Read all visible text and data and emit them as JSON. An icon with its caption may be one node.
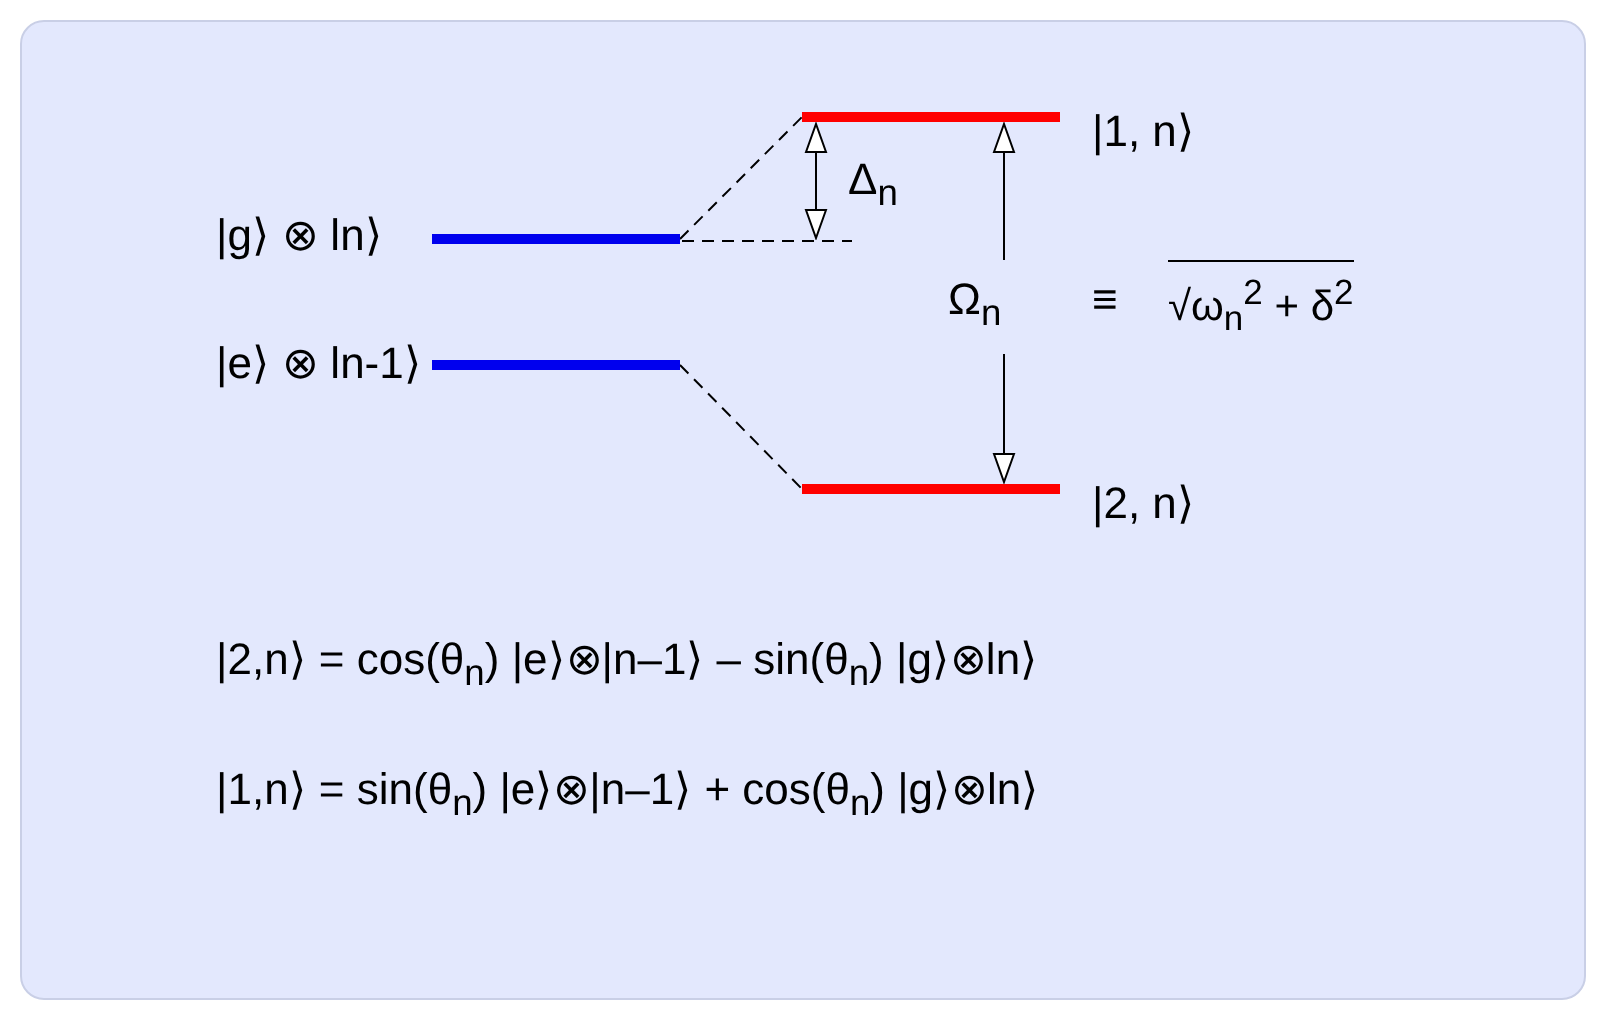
{
  "diagram": {
    "nodes": [
      {
        "text": [],
        "shape": "bar",
        "beside": [
          "|1, n⟩"
        ]
      },
      {
        "text": [],
        "shape": "bar",
        "beside": [
          "|g⟩ ⊗ ln⟩"
        ]
      },
      {
        "text": [],
        "shape": "bar",
        "beside": [
          "|e⟩ ⊗ ln-1⟩"
        ]
      },
      {
        "text": [],
        "shape": "bar",
        "beside": [
          "|2, n⟩"
        ]
      }
    ],
    "edges": [
      {
        "from": 1,
        "to": 0,
        "arrow": "none",
        "style": "dashed"
      },
      {
        "from": 2,
        "to": 3,
        "arrow": "none",
        "style": "dashed"
      }
    ],
    "labels": [
      "Δ$_{n}$",
      "Ω$_{n}$",
      "≡",
      "√ω$_{n}$$^{2}$ + δ$^{2}$",
      "|2,n⟩  =  cos(θ$_{n}$) |e⟩⊗|n–1⟩ – sin(θ$_{n}$) |g⟩⊗ln⟩",
      "|1,n⟩  =  sin(θ$_{n}$) |e⟩⊗|n–1⟩ + cos(θ$_{n}$) |g⟩⊗ln⟩"
    ]
  }
}
